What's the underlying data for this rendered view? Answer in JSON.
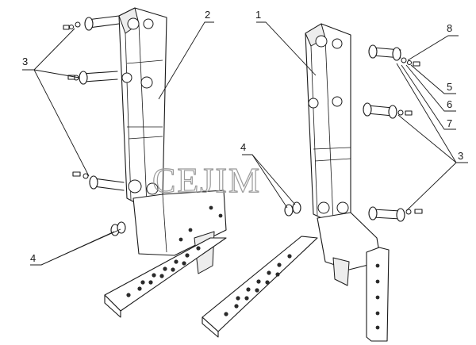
{
  "watermark": "CEJIM",
  "callouts": {
    "c1": "1",
    "c2": "2",
    "c3_left": "3",
    "c3_right": "3",
    "c4_left": "4",
    "c4_center": "4",
    "c5": "5",
    "c6": "6",
    "c7": "7",
    "c8": "8"
  },
  "colors": {
    "line": "#1a1a1a",
    "watermark": "#9a9a9a",
    "background": "#ffffff"
  }
}
